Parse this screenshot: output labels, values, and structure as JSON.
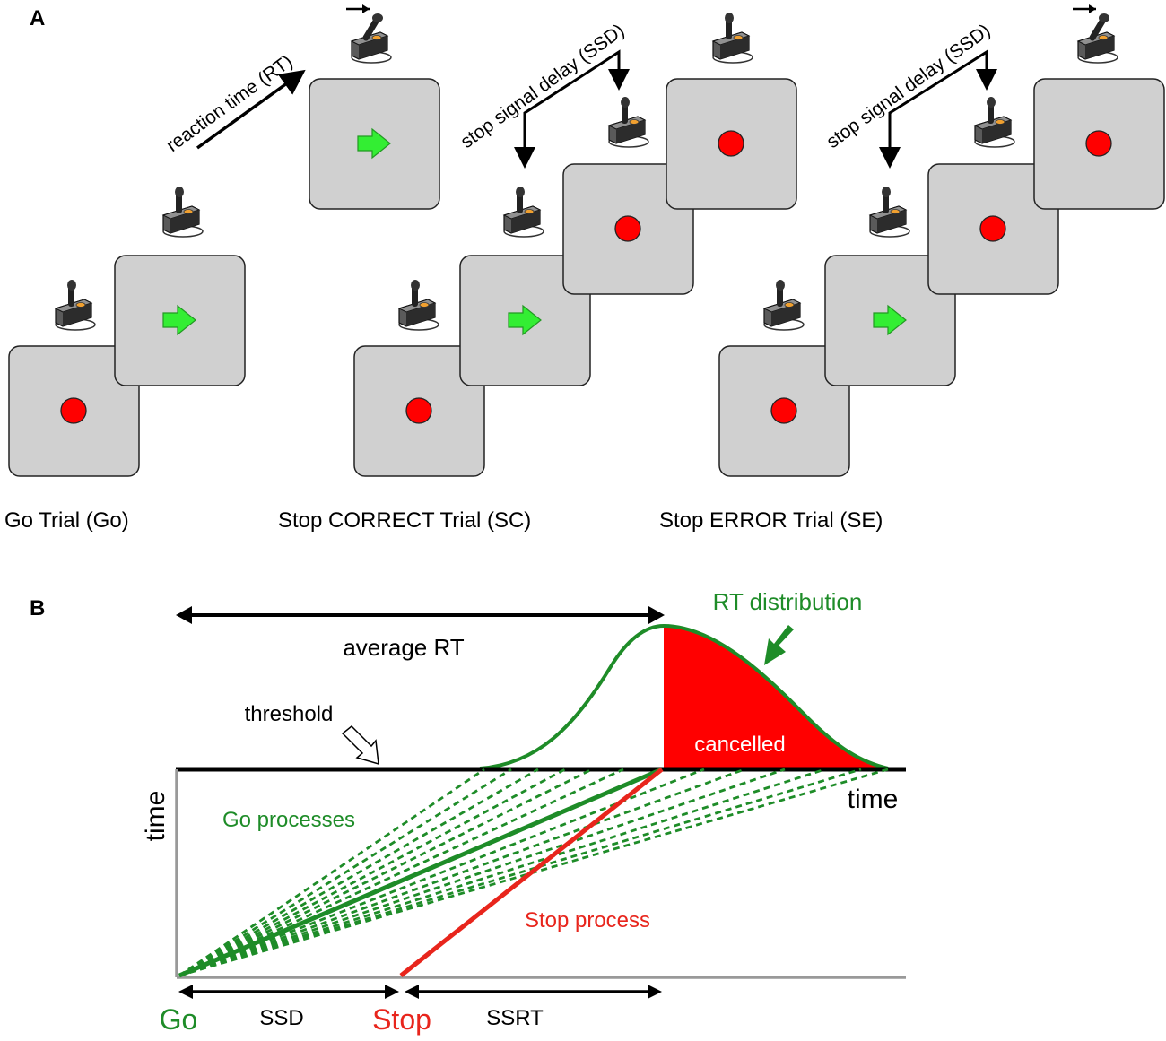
{
  "panel_a": {
    "label": "A",
    "arrow_labels": {
      "rt": "reaction time (RT)",
      "ssd_sc": "stop signal delay (SSD)",
      "ssd_se": "stop signal delay (SSD)"
    },
    "trials": [
      {
        "key": "go",
        "caption": "Go Trial (Go)"
      },
      {
        "key": "sc",
        "caption": "Stop CORRECT Trial (SC)"
      },
      {
        "key": "se",
        "caption": "Stop ERROR Trial (SE)"
      }
    ],
    "stimuli": {
      "fixation": "red-dot",
      "go": "green-right-arrow",
      "stop": "red-dot"
    },
    "device_icon": "joystick-icon",
    "colors": {
      "panel": "#d0d0d0",
      "dot": "#ff0000",
      "arrow": "#33ee33"
    }
  },
  "panel_b": {
    "label": "B",
    "average_rt": "average RT",
    "rt_distribution": "RT distribution",
    "threshold": "threshold",
    "cancelled": "cancelled",
    "go_processes": "Go processes",
    "stop_process": "Stop process",
    "axis_time_x": "time",
    "axis_time_y": "time",
    "go_marker": "Go",
    "stop_marker": "Stop",
    "ssd": "SSD",
    "ssrt": "SSRT",
    "colors": {
      "go": "#1e8c28",
      "stop": "#e8251c",
      "cancelled_fill": "#ff0000",
      "axis": "#999999"
    }
  }
}
